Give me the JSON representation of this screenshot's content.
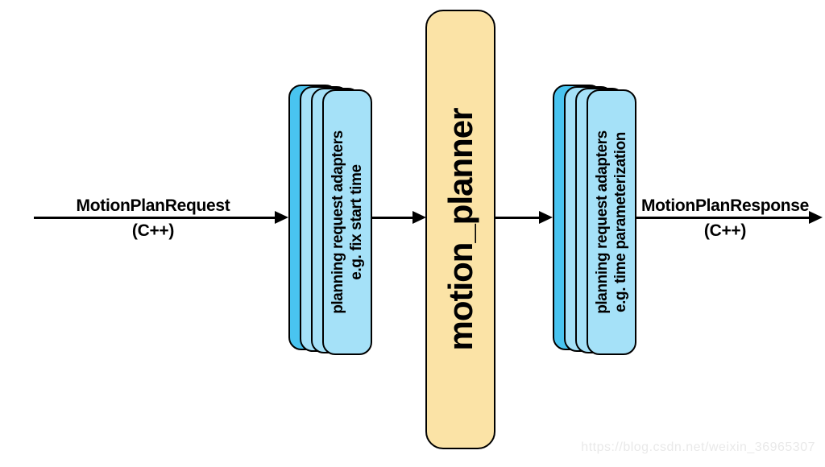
{
  "diagram": {
    "input_arrow": {
      "label": "MotionPlanRequest",
      "sublabel": "(C++)"
    },
    "adapters_pre": {
      "line1": "planning request adapters",
      "line2": "e.g. fix start time"
    },
    "planner": {
      "label": "motion_planner"
    },
    "adapters_post": {
      "line1": "planning request adapters",
      "line2": "e.g. time parameterization"
    },
    "output_arrow": {
      "label": "MotionPlanResponse",
      "sublabel": "(C++)"
    }
  },
  "watermark": "https://blog.csdn.net/weixin_36965307",
  "colors": {
    "background": "#ffffff",
    "outline": "#000000",
    "stack_front": "#a5e1f8",
    "stack_back": "#49c4f0",
    "planner_fill": "#fbe3a6",
    "watermark": "#e9e9e9"
  }
}
